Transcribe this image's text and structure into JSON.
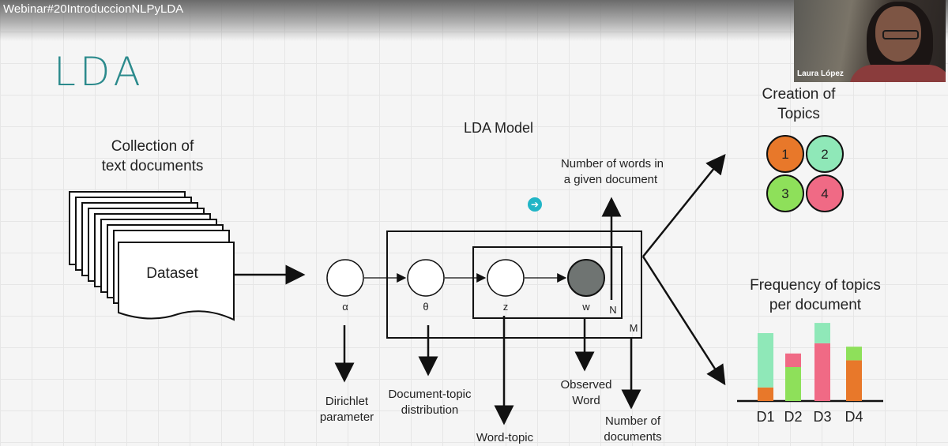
{
  "video": {
    "title": "Webinar#20IntroduccionNLPyLDA",
    "presenter_name": "Laura López",
    "icons": [
      "clock-icon",
      "share-icon"
    ]
  },
  "slide": {
    "title": "LDA",
    "collection_label_1": "Collection of",
    "collection_label_2": "text documents",
    "dataset_label": "Dataset",
    "model_label": "LDA Model",
    "nodes": {
      "alpha": "α",
      "theta": "θ",
      "z": "z",
      "w": "w",
      "N": "N",
      "M": "M"
    },
    "annotations": {
      "words_in_doc_1": "Number of words in",
      "words_in_doc_2": "a given document",
      "dirichlet_1": "Dirichlet",
      "dirichlet_2": "parameter",
      "doc_topic_1": "Document-topic",
      "doc_topic_2": "distribution",
      "word_topic": "Word-topic",
      "observed_1": "Observed",
      "observed_2": "Word",
      "num_docs_1": "Number of",
      "num_docs_2": "documents"
    },
    "topics": {
      "title_1": "Creation of",
      "title_2": "Topics",
      "items": [
        "1",
        "2",
        "3",
        "4"
      ],
      "colors": [
        "#e8782a",
        "#8fe8b8",
        "#8ee05a",
        "#f06a85"
      ]
    },
    "frequency": {
      "title_1": "Frequency of topics",
      "title_2": "per document"
    }
  },
  "chart_data": {
    "type": "bar",
    "stacked": true,
    "categories": [
      "D1",
      "D2",
      "D3",
      "D4"
    ],
    "series": [
      {
        "values": [
          0.2,
          0.0,
          0.0,
          0.6
        ],
        "color": "#e8782a"
      },
      {
        "values": [
          0.0,
          0.5,
          0.0,
          0.2
        ],
        "color": "#8ee05a"
      },
      {
        "values": [
          0.0,
          0.2,
          0.85,
          0.0
        ],
        "color": "#f06a85"
      },
      {
        "values": [
          0.8,
          0.0,
          0.3,
          0.0
        ],
        "color": "#8fe8b8"
      }
    ],
    "ylim": [
      0,
      1
    ],
    "grid": false,
    "legend": "none"
  }
}
